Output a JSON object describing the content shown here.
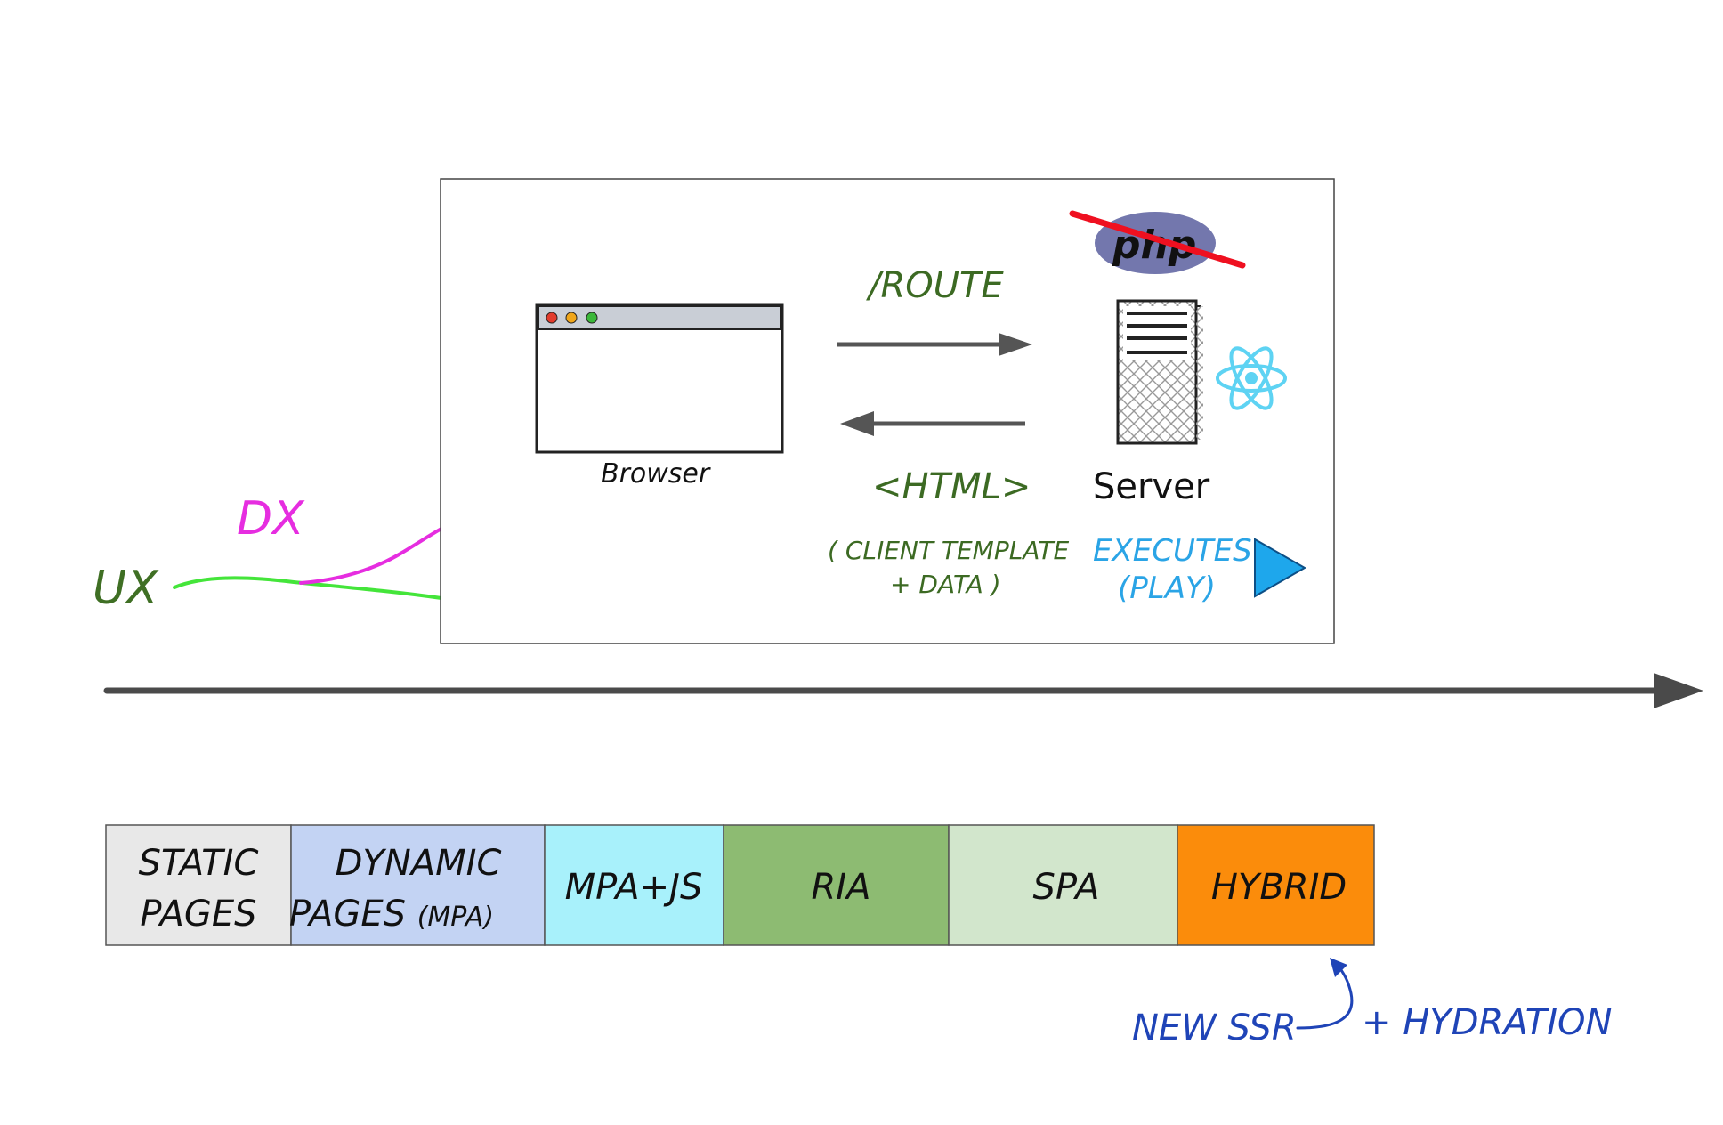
{
  "labels": {
    "ux": "UX",
    "dx": "DX",
    "browser": "Browser",
    "server": "Server",
    "route": "/ROUTE",
    "html": "<HTML>",
    "client_template_line1": "( CLIENT TEMPLATE",
    "client_template_line2": "+ DATA )",
    "executes_line1": "EXECUTES",
    "executes_line2": "(PLAY)",
    "php": "php",
    "new_ssr": "NEW SSR",
    "hydration": "+ HYDRATION"
  },
  "timeline": {
    "segments": [
      {
        "line1": "STATIC",
        "line2": "PAGES",
        "line2_small": "",
        "color": "#e8e8e8"
      },
      {
        "line1": "DYNAMIC",
        "line2": "PAGES",
        "line2_small": "(MPA)",
        "color": "#c3d3f3"
      },
      {
        "line1": "MPA+JS",
        "line2": "",
        "line2_small": "",
        "color": "#a8f1fb"
      },
      {
        "line1": "RIA",
        "line2": "",
        "line2_small": "",
        "color": "#8dbb72"
      },
      {
        "line1": "SPA",
        "line2": "",
        "line2_small": "",
        "color": "#d2e6cc"
      },
      {
        "line1": "HYBRID",
        "line2": "",
        "line2_small": "",
        "color": "#fb8c0b"
      }
    ]
  },
  "colors": {
    "ux_line": "#44e53a",
    "dx_line": "#e62de0",
    "ux_text": "#3f6f24",
    "dx_text": "#e62de0",
    "green_text": "#3c6a23",
    "blue_text": "#2aa4e6",
    "annotation_blue": "#1f44b7",
    "play_triangle": "#1ea7ec",
    "react": "#5ed3f3",
    "php_fill": "#7377ad",
    "strike_red": "#ef1020",
    "arrow_grey": "#555555"
  }
}
